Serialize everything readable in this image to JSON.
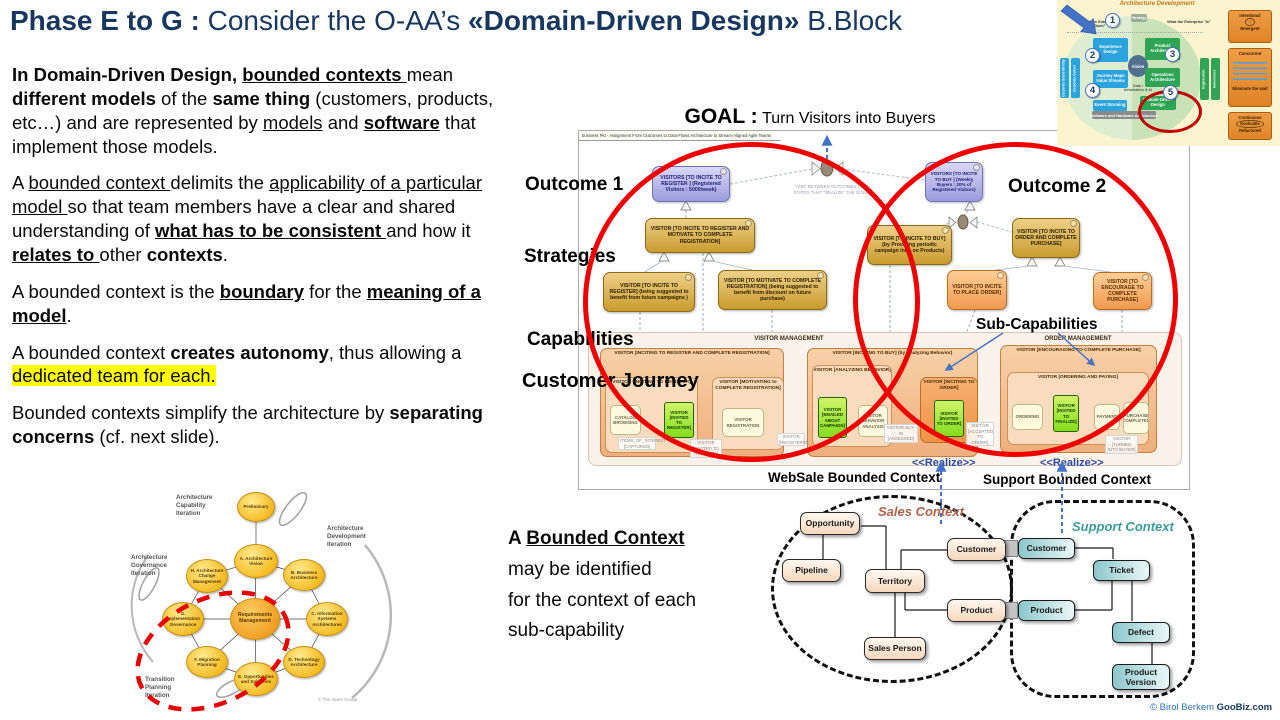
{
  "title": {
    "segments": [
      {
        "t": "Phase E to G : ",
        "c": "b"
      },
      {
        "t": "Consider the O-AA’s ",
        "c": ""
      },
      {
        "t": "«Domain-Driven Design»",
        "c": "b"
      },
      {
        "t": " B.Block",
        "c": ""
      }
    ]
  },
  "intro": {
    "p1": [
      {
        "t": "In Domain-Driven Design, ",
        "c": "b"
      },
      {
        "t": "bounded contexts ",
        "c": "bu"
      },
      {
        "t": "mean ",
        "c": ""
      },
      {
        "t": "different models",
        "c": "b"
      },
      {
        "t": " of the ",
        "c": ""
      },
      {
        "t": "same thing",
        "c": "b"
      },
      {
        "t": " (customers, products, etc…) and are represented by ",
        "c": ""
      },
      {
        "t": "models",
        "c": "u"
      },
      {
        "t": " and ",
        "c": ""
      },
      {
        "t": "software",
        "c": "bu"
      },
      {
        "t": " that implement those models.",
        "c": ""
      }
    ],
    "p2": [
      {
        "t": "A ",
        "c": ""
      },
      {
        "t": "bounded context ",
        "c": "u"
      },
      {
        "t": "delimits the ",
        "c": ""
      },
      {
        "t": "applicability of a particular model ",
        "c": "u"
      },
      {
        "t": "so that team members have a clear and shared understanding of ",
        "c": ""
      },
      {
        "t": "what has to be consistent ",
        "c": "bu"
      },
      {
        "t": "and how it ",
        "c": ""
      },
      {
        "t": "relates to ",
        "c": "bu"
      },
      {
        "t": "other ",
        "c": ""
      },
      {
        "t": "contexts",
        "c": "b"
      },
      {
        "t": ".",
        "c": ""
      }
    ],
    "p3": [
      {
        "t": "A bounded context is the ",
        "c": ""
      },
      {
        "t": "boundary",
        "c": "bu"
      },
      {
        "t": " for the ",
        "c": ""
      },
      {
        "t": "meaning of a model",
        "c": "bu"
      },
      {
        "t": ".",
        "c": ""
      }
    ],
    "p4": [
      {
        "t": "A bounded context ",
        "c": ""
      },
      {
        "t": "creates autonomy",
        "c": "b"
      },
      {
        "t": ", thus allowing a ",
        "c": ""
      },
      {
        "t": "dedicated team for each.",
        "c": "h"
      }
    ],
    "p5": [
      {
        "t": "Bounded contexts simplify the architecture by ",
        "c": ""
      },
      {
        "t": "separating concerns ",
        "c": "b"
      },
      {
        "t": "(cf. next slide).",
        "c": ""
      }
    ]
  },
  "oaa": {
    "title": "Architecture Development",
    "strategy": "Strategy",
    "does": "What the Enterprise \"Does\"",
    "is": "What the Enterprise \"Is\"",
    "experience": "Experience Design",
    "journey": "Journey Maps Value Streams",
    "event": "Event Storming",
    "brand": "Corporate Brand Identity",
    "culture": "Corporate Culture",
    "vision": "Vision",
    "product": "Product Architecture",
    "operations": "Operations Architecture",
    "ddd": "Domain-Driven Design",
    "organization": "Organization",
    "governance": "Governance",
    "data": "Data / Information & AI",
    "bar": "Software and Hardware Architecture",
    "n1": "1",
    "n2": "2",
    "n3": "3",
    "n4": "4",
    "n5": "5",
    "r1a": "Intentional",
    "r1arrow": "↕",
    "r1b": "Emergent",
    "r2a": "Concurrent",
    "r2b": "Eliminate the wait",
    "r3a": "Continuous",
    "r3b": "Evolvable",
    "r3c": "Refactored"
  },
  "diagram": {
    "tab": "business Pkt - Assignment From Outcomes to Data-Flows Architecture to Stream-Aligned Agile Teams",
    "goal_label": "GOAL :",
    "goal_text": "Turn Visitors into Buyers",
    "and_note": "\"AND\" BETWEEN OUTCOMES ( END STATES THAT \"REALIZE\" THE GOAL )",
    "outcome1_label": "Outcome 1",
    "outcome2_label": "Outcome 2",
    "strategies_label": "Strategies",
    "capabilities_label": "Capabilities",
    "journey_label": "Customer Journey",
    "subcap_label": "Sub-Capabilities",
    "realize": "<<Realize>>",
    "websale_label": "WebSale Bounded Context",
    "support_label": "Support Bounded Context",
    "outcome1": "VISITORS [TO INCITE TO REGISTER ] (Registered Visitors : 5000/week)",
    "outcome2": "VISITORS [TO INCITE TO BUY ] (Weekly Buyers : 20% of Registered Visitors)",
    "s1": "VISITOR [TO INCITE TO REGISTER AND MOTIVATE TO COMPLETE REGISTRATION]",
    "s2": "VISITOR [TO INCITE TO REGISTER] (being suggested to benefit from future campaigns )",
    "s3": "VISITOR [TO MOTIVATE TO COMPLETE REGISTRATION] (being suggested to benefit from discount on future purchase)",
    "s4": "VISITOR [TO INCITE TO BUY] (by Providing periodic campaign info. on Products)",
    "s5": "VISITOR [TO INCITE TO ORDER AND COMPLETE PURCHASE]",
    "o1": "VISITOR [TO INCITE TO PLACE ORDER]",
    "o2": "VISITOR [TO ENCOURAGE TO COMPLETE PURCHASE]",
    "cap": {
      "visitor_mgmt": "VISITOR MANAGEMENT",
      "order_mgmt": "ORDER MANAGEMENT",
      "g_register_complete": "VISITOR [INCITING TO REGISTER AND COMPLETE REGISTRATION]",
      "g_inciting_register": "VISITOR [INCITING TO REGISTER]",
      "g_motivating": "VISITOR [MOTIVATING to COMPLETE REGISTRATION]",
      "g_inciting_buy": "VISITOR [INCITING TO BUY] (by Analyzing Behavior)",
      "g_analyzing": "VISITOR [ANALYZING BEHAVIOR]",
      "g_inciting_order": "VISITOR [INCITING TO ORDER]",
      "g_encouraging": "VISITOR [ENCOURAGING TO COMPLETE PURCHASE]",
      "g_ordering_paying": "VISITOR [ORDERING AND PAYING]",
      "catalog": "CATALOG BROWSING",
      "invited_register": "VISITOR [INVITED TO REGISTER]",
      "registration": "VISITOR REGISTRATION",
      "emailed": "VISITOR [EMAILED ABOUT CAMPAIGN]",
      "behavior": "VISITOR BEHAVIOR ANALYSIS",
      "invited_order": "VISITOR [INVITED TO ORDER]",
      "ordering": "ORDERING",
      "invited_finalize": "VISITOR [INVITED TO FINALIZE]",
      "payment": "PAYMENT",
      "purchase_completed": "PURCHASE COMPLETED",
      "items_captured": "ITEMS_OF_INTEREST [CAPTURED]",
      "lbl_invited_register": "VISITOR [INVITED TO REGISTER]",
      "lbl_registered": "VISITOR [REGISTERED]",
      "lbl_buyin": "VISITOR.BUY-IN [ASSESSED]",
      "lbl_accepted": "VISITOR [ACCEPTED TO ORDER]",
      "lbl_turned": "VISITOR [TURNED INTO BUYER]"
    }
  },
  "note": {
    "l1": [
      {
        "t": "A ",
        "c": "b"
      },
      {
        "t": "Bounded Context",
        "c": "bu"
      }
    ],
    "l2": "may be identified",
    "l3": "for the context of each",
    "l4": "sub-capability"
  },
  "sales": {
    "title": "Sales Context",
    "opportunity": "Opportunity",
    "pipeline": "Pipeline",
    "territory": "Territory",
    "customer": "Customer",
    "product": "Product",
    "sales_person": "Sales Person"
  },
  "support": {
    "title": "Support Context",
    "customer": "Customer",
    "ticket": "Ticket",
    "product": "Product",
    "defect": "Defect",
    "product_version": "Product Version"
  },
  "togaf": {
    "prelim": "Preliminary",
    "a": "A. Architecture Vision",
    "b": "B. Business Architecture",
    "c": "C. Information Systems Architectures",
    "d": "D. Technology Architecture",
    "e": "E. Opportunities and Solutions",
    "f": "F. Migration Planning",
    "g": "G. Implementation Governance",
    "h": "H. Architecture Change Management",
    "center": "Requirements Management",
    "it_cap": "Architecture\nCapability\nIteration",
    "it_dev": "Architecture\nDevelopment\nIteration",
    "it_gov": "Architecture\nGovernance\nIteration",
    "it_trans": "Transition\nPlanning\nIteration",
    "credit": "© The Open Group"
  },
  "footer": {
    "copyright": "© Birol Berkem ",
    "brand": "GooBiz.com"
  }
}
